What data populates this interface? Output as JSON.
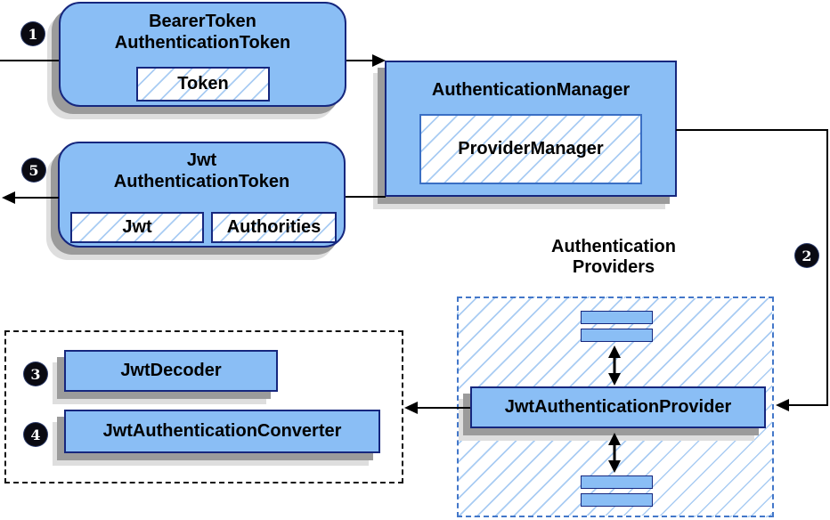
{
  "diagram": {
    "title_hint": "Spring Security JWT authentication flow",
    "colors": {
      "node_fill": "#8ABEF5",
      "node_border": "#16277E",
      "hatch_line": "#A9CCF3",
      "providers_dashed_border": "#4377C9",
      "black_dashed_border": "#111111",
      "shadow_dark": "#9b9b9b",
      "shadow_light": "#dedede",
      "arrow": "#000000",
      "badge_bg": "#0a0a12",
      "badge_text": "#ffffff"
    },
    "bearer_token_box": {
      "title_line1": "BearerToken",
      "title_line2": "AuthenticationToken",
      "field": "Token"
    },
    "jwt_token_box": {
      "title_line1": "Jwt",
      "title_line2": "AuthenticationToken",
      "fields": [
        "Jwt",
        "Authorities"
      ]
    },
    "authentication_manager_box": {
      "title": "AuthenticationManager",
      "inner": "ProviderManager"
    },
    "providers_group": {
      "label_line1": "Authentication",
      "label_line2": "Providers",
      "provider": "JwtAuthenticationProvider"
    },
    "decoder_group": {
      "decoder": "JwtDecoder",
      "converter": "JwtAuthenticationConverter"
    },
    "badges": [
      {
        "id": "step-1",
        "label": "1"
      },
      {
        "id": "step-2",
        "label": "2"
      },
      {
        "id": "step-3",
        "label": "3"
      },
      {
        "id": "step-4",
        "label": "4"
      },
      {
        "id": "step-5",
        "label": "5"
      }
    ]
  }
}
